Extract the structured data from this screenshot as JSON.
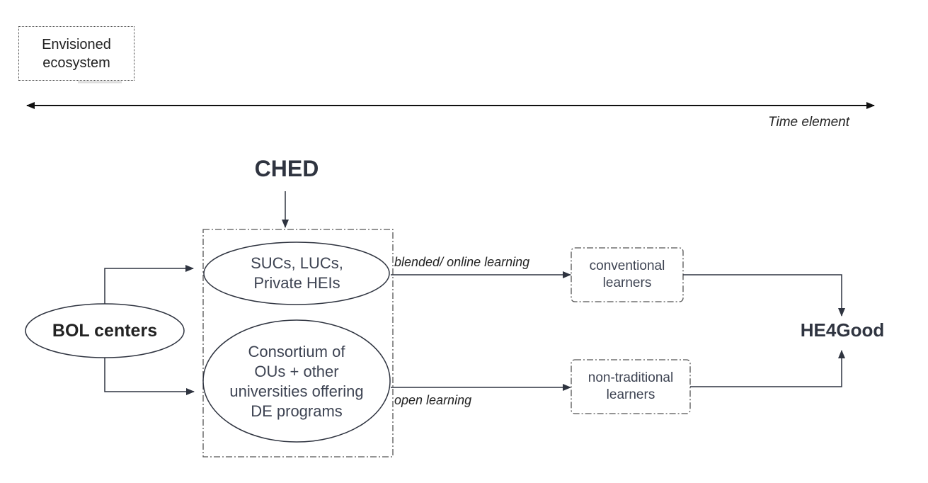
{
  "legend": {
    "line1": "Envisioned",
    "line2": "ecosystem"
  },
  "timeline": {
    "label": "Time element"
  },
  "ched": {
    "label": "CHED"
  },
  "suc_node": {
    "line1": "SUCs, LUCs,",
    "line2": "Private HEIs"
  },
  "consortium_node": {
    "line1": "Consortium of",
    "line2": "OUs + other",
    "line3": "universities offering",
    "line4": "DE programs"
  },
  "bol_node": {
    "label": "BOL centers"
  },
  "edges": {
    "blended": "blended/ online learning",
    "open": "open learning"
  },
  "conventional_node": {
    "line1": "conventional",
    "line2": "learners"
  },
  "nontraditional_node": {
    "line1": "non-traditional",
    "line2": "learners"
  },
  "he4good_node": {
    "label": "HE4Good"
  },
  "colors": {
    "stroke": "#2f3440",
    "text": "#222222"
  }
}
